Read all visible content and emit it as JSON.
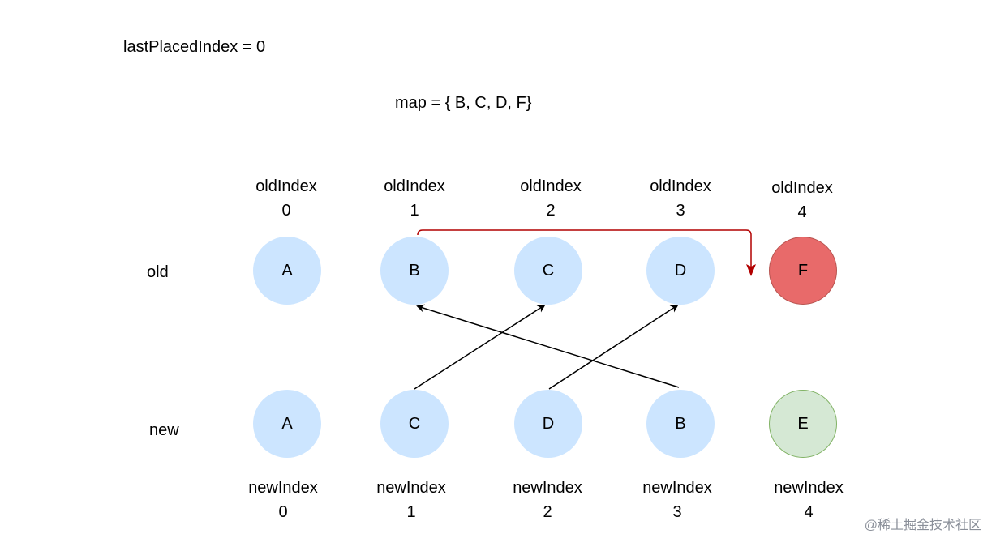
{
  "header": {
    "last_placed": "lastPlacedIndex = 0",
    "map": "map = { B, C, D, F}"
  },
  "rows": {
    "old_label": "old",
    "new_label": "new"
  },
  "old_nodes": [
    {
      "label": "A",
      "index_title": "oldIndex",
      "index": "0",
      "fill": "#cce5ff",
      "stroke": "none"
    },
    {
      "label": "B",
      "index_title": "oldIndex",
      "index": "1",
      "fill": "#cce5ff",
      "stroke": "none"
    },
    {
      "label": "C",
      "index_title": "oldIndex",
      "index": "2",
      "fill": "#cce5ff",
      "stroke": "none"
    },
    {
      "label": "D",
      "index_title": "oldIndex",
      "index": "3",
      "fill": "#cce5ff",
      "stroke": "none"
    },
    {
      "label": "F",
      "index_title": "oldIndex",
      "index": "4",
      "fill": "#e86a6a",
      "stroke": "#b85450"
    }
  ],
  "new_nodes": [
    {
      "label": "A",
      "index_title": "newIndex",
      "index": "0",
      "fill": "#cce5ff",
      "stroke": "none"
    },
    {
      "label": "C",
      "index_title": "newIndex",
      "index": "1",
      "fill": "#cce5ff",
      "stroke": "none"
    },
    {
      "label": "D",
      "index_title": "newIndex",
      "index": "2",
      "fill": "#cce5ff",
      "stroke": "none"
    },
    {
      "label": "B",
      "index_title": "newIndex",
      "index": "3",
      "fill": "#cce5ff",
      "stroke": "none"
    },
    {
      "label": "E",
      "index_title": "newIndex",
      "index": "4",
      "fill": "#d5e8d4",
      "stroke": "#82b366"
    }
  ],
  "colors": {
    "arrow": "#000000",
    "move_arrow": "#b20000"
  },
  "watermark": "@稀土掘金技术社区"
}
